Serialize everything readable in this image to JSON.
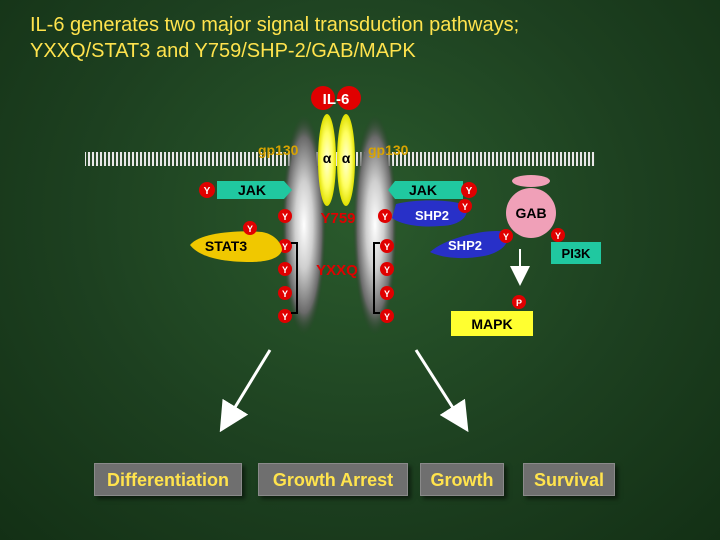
{
  "title": {
    "line1": "IL-6 generates two major signal transduction pathways;",
    "line2": "YXXQ/STAT3 and Y759/SHP-2/GAB/MAPK"
  },
  "ligand": "IL-6",
  "receptor_left": "gp130",
  "receptor_right": "gp130",
  "alpha": "α",
  "jak": "JAK",
  "stat3": "STAT3",
  "shp2": "SHP2",
  "gab": "GAB",
  "pi3k": "PI3K",
  "mapk": "MAPK",
  "y759": "Y759",
  "yxxq": "YXXQ",
  "tyrosine": "Y",
  "phospho": "P",
  "outcomes": [
    "Differentiation",
    "Growth Arrest",
    "Growth",
    "Survival"
  ],
  "colors": {
    "title": "#ffe34d",
    "jak": "#20c8a0",
    "stat3": "#f0c800",
    "shp2": "#2830c8",
    "gab": "#f0a0b8",
    "pi3k": "#20c8a0",
    "mapk": "#ffff30",
    "tyrosine": "#e00000",
    "label_red": "#e00000",
    "outcome_box": "#6f6f6f"
  }
}
